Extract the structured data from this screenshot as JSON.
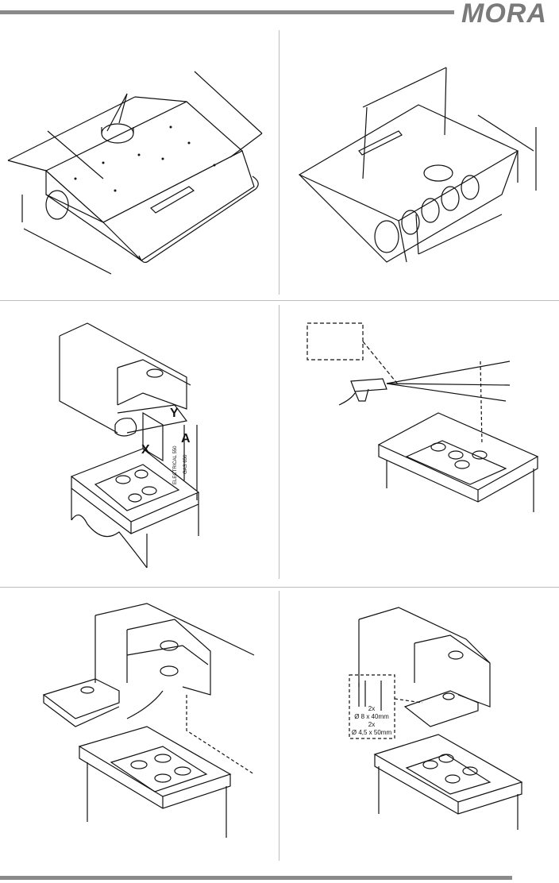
{
  "brand": {
    "logo_text": "MORA"
  },
  "panels": {
    "p3": {
      "label_y": "Y",
      "label_a": "A",
      "label_x": "X",
      "label_electrical": "ELECTRICAL 550",
      "label_gas": "GAS 650"
    },
    "p6": {
      "line1": "2x",
      "line2": "Ø 8 x 40mm",
      "line3": "2x",
      "line4": "Ø 4,5 x 50mm"
    }
  }
}
